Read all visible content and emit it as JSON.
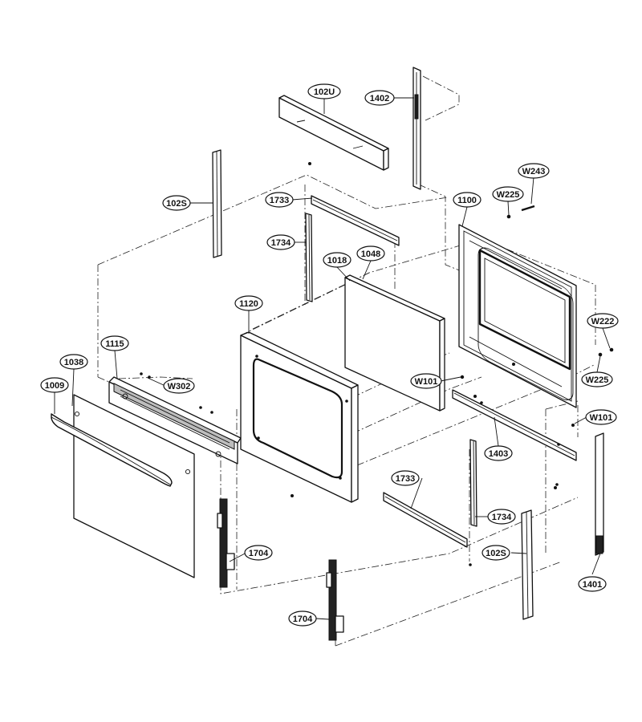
{
  "callouts": [
    {
      "id": "c-102U",
      "label": "102U"
    },
    {
      "id": "c-1402",
      "label": "1402"
    },
    {
      "id": "c-102S-top",
      "label": "102S"
    },
    {
      "id": "c-1733-top",
      "label": "1733"
    },
    {
      "id": "c-1734-top",
      "label": "1734"
    },
    {
      "id": "c-W243",
      "label": "W243"
    },
    {
      "id": "c-W225-top",
      "label": "W225"
    },
    {
      "id": "c-1100",
      "label": "1100"
    },
    {
      "id": "c-1018",
      "label": "1018"
    },
    {
      "id": "c-1048",
      "label": "1048"
    },
    {
      "id": "c-1120",
      "label": "1120"
    },
    {
      "id": "c-W222",
      "label": "W222"
    },
    {
      "id": "c-1115",
      "label": "1115"
    },
    {
      "id": "c-1038",
      "label": "1038"
    },
    {
      "id": "c-1009",
      "label": "1009"
    },
    {
      "id": "c-W302",
      "label": "W302"
    },
    {
      "id": "c-W101-left",
      "label": "W101"
    },
    {
      "id": "c-W225-right",
      "label": "W225"
    },
    {
      "id": "c-W101-right",
      "label": "W101"
    },
    {
      "id": "c-1403",
      "label": "1403"
    },
    {
      "id": "c-1733-bottom",
      "label": "1733"
    },
    {
      "id": "c-1734-bottom",
      "label": "1734"
    },
    {
      "id": "c-1704-left",
      "label": "1704"
    },
    {
      "id": "c-102S-bottom",
      "label": "102S"
    },
    {
      "id": "c-1401",
      "label": "1401"
    },
    {
      "id": "c-1704-bottom",
      "label": "1704"
    }
  ]
}
